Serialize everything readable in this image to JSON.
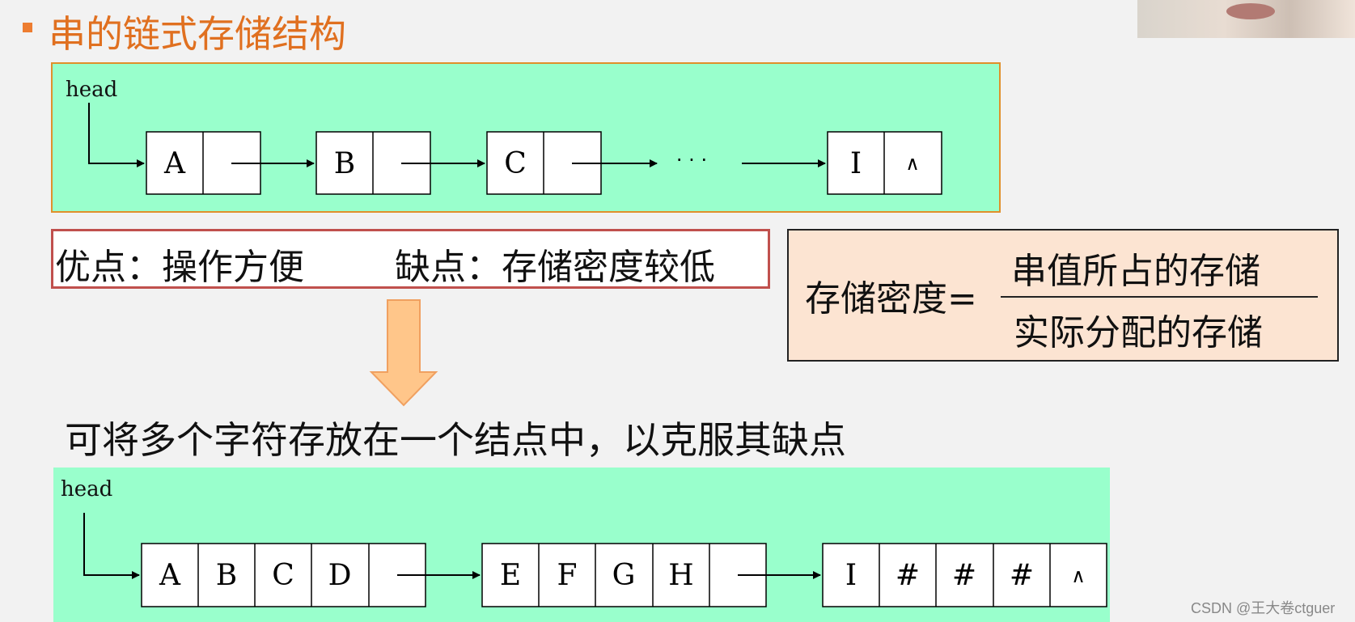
{
  "title": "串的链式存储结构",
  "diagram1": {
    "head_label": "head",
    "nodes": [
      {
        "data": "A",
        "next": ""
      },
      {
        "data": "B",
        "next": ""
      },
      {
        "data": "C",
        "next": ""
      },
      {
        "data": "I",
        "next": "∧"
      }
    ],
    "ellipsis": "· · ·"
  },
  "pros_cons": {
    "pros": "优点：操作方便",
    "cons": "缺点：存储密度较低"
  },
  "density": {
    "label": "存储密度=",
    "numerator": "串值所占的存储",
    "denominator": "实际分配的存储"
  },
  "sentence": "可将多个字符存放在一个结点中，以克服其缺点",
  "diagram2": {
    "head_label": "head",
    "nodes": [
      {
        "cells": [
          "A",
          "B",
          "C",
          "D"
        ],
        "next": ""
      },
      {
        "cells": [
          "E",
          "F",
          "G",
          "H"
        ],
        "next": ""
      },
      {
        "cells": [
          "I",
          "#",
          "#",
          "#"
        ],
        "next": "∧"
      }
    ]
  },
  "watermark": "CSDN @王大卷ctguer",
  "colors": {
    "title": "#e07020",
    "panel": "#99ffcc",
    "panel_border": "#e0902b",
    "proscons_border": "#c0504d",
    "density_bg": "#fce4d2",
    "arrow_fill": "#ffc68a"
  }
}
